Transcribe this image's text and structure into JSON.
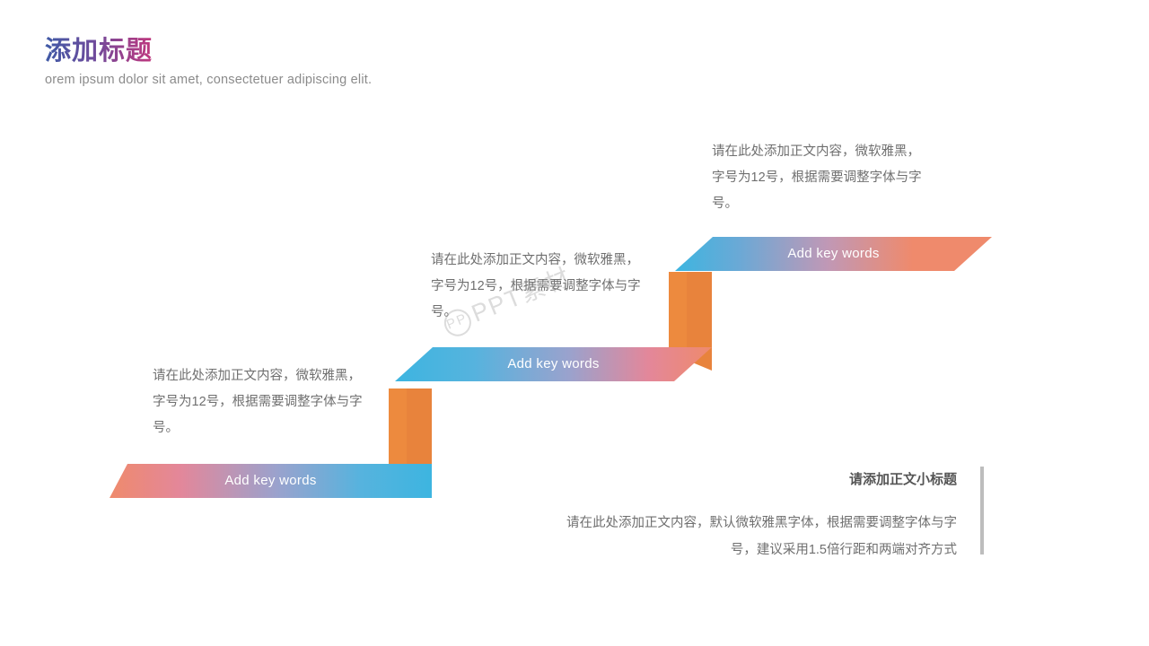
{
  "header": {
    "title": "添加标题",
    "subtitle": "orem ipsum dolor sit amet, consectetuer adipiscing elit."
  },
  "steps": [
    {
      "key_words": "Add key words",
      "description": "请在此处添加正文内容，微软雅黑，字号为12号，根据需要调整字体与字号。"
    },
    {
      "key_words": "Add key words",
      "description": "请在此处添加正文内容，微软雅黑，字号为12号，根据需要调整字体与字号。"
    },
    {
      "key_words": "Add key words",
      "description": "请在此处添加正文内容，微软雅黑，字号为12号，根据需要调整字体与字号。"
    }
  ],
  "note": {
    "title": "请添加正文小标题",
    "body": "请在此处添加正文内容，默认微软雅黑字体，根据需要调整字体与字号，建议采用1.5倍行距和两端对齐方式"
  },
  "watermark": {
    "mark": "PPT素材",
    "badge": "PP"
  },
  "colors": {
    "gradient_start": "#3db5e0",
    "gradient_end": "#ef8a6c",
    "riser": "#e8833c",
    "title_from": "#3f5aa6",
    "title_to": "#c0387e",
    "body_text": "#6f6f6f",
    "rule": "#bdbdbd"
  }
}
